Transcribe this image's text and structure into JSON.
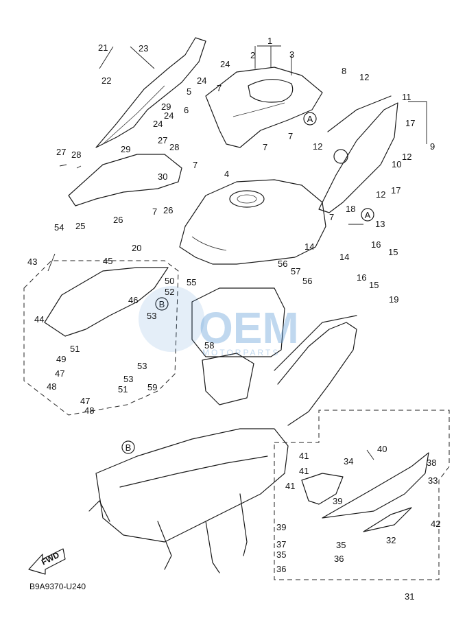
{
  "diagram": {
    "code": "B9A9370-U240",
    "fwd_label": "FWD",
    "watermark": {
      "main": "OEM",
      "sub": "MOTORPARTS"
    },
    "refs": [
      "A",
      "B"
    ],
    "callouts": [
      "1",
      "2",
      "3",
      "4",
      "5",
      "6",
      "7",
      "8",
      "9",
      "10",
      "11",
      "12",
      "13",
      "14",
      "15",
      "16",
      "17",
      "18",
      "19",
      "20",
      "21",
      "22",
      "23",
      "24",
      "25",
      "26",
      "27",
      "28",
      "29",
      "30",
      "31",
      "32",
      "33",
      "34",
      "35",
      "36",
      "37",
      "38",
      "39",
      "40",
      "41",
      "42",
      "43",
      "44",
      "45",
      "46",
      "47",
      "48",
      "49",
      "50",
      "51",
      "52",
      "53",
      "54",
      "55",
      "56",
      "57",
      "58",
      "59"
    ]
  }
}
